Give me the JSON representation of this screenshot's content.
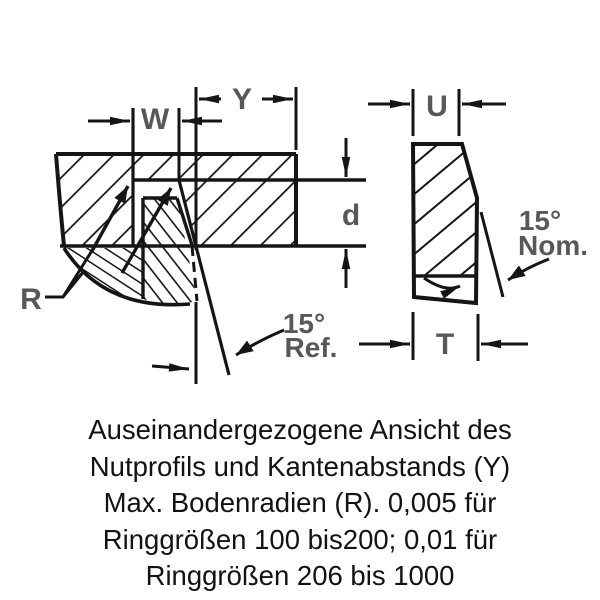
{
  "figure": {
    "left_view": {
      "groove_width_label": "W",
      "edge_margin_label": "Y",
      "groove_depth_label": "d",
      "bottom_radius_label": "R",
      "angle_value": "15°",
      "angle_qualifier": "Ref."
    },
    "right_view": {
      "radial_wall_label": "U",
      "thickness_label": "T",
      "angle_value": "15°",
      "angle_qualifier": "Nom."
    }
  },
  "caption": {
    "lines": [
      "Auseinandergezogene Ansicht des",
      "Nutprofils und Kantenabstands (Y)",
      "Max. Bodenradien (R). 0,005 für",
      "Ringgrößen 100 bis200; 0,01 für",
      "Ringgrößen 206 bis 1000"
    ]
  },
  "colors": {
    "line": "#151515",
    "label": "#58585a",
    "background": "#ffffff"
  }
}
